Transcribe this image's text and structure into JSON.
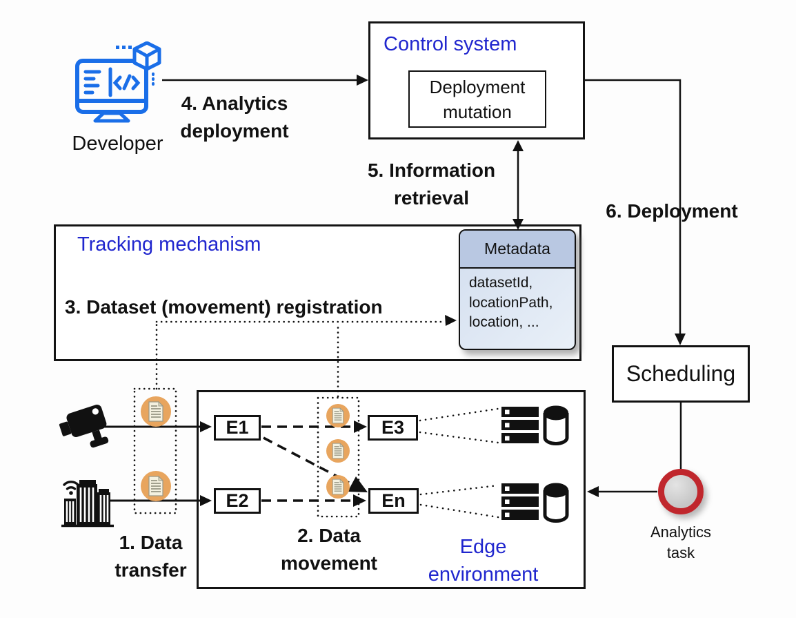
{
  "developer": {
    "label": "Developer"
  },
  "control_system": {
    "title": "Control system",
    "module": "Deployment mutation"
  },
  "tracking": {
    "title": "Tracking mechanism"
  },
  "metadata": {
    "title": "Metadata",
    "fields": [
      "datasetId,",
      "locationPath,",
      "location, ..."
    ]
  },
  "edge": {
    "title": [
      "Edge",
      "environment"
    ],
    "nodes": {
      "e1": "E1",
      "e2": "E2",
      "e3": "E3",
      "en": "En"
    }
  },
  "scheduling": {
    "label": "Scheduling"
  },
  "analytics_task": {
    "label": [
      "Analytics",
      "task"
    ]
  },
  "steps": {
    "s1": [
      "1. Data",
      "transfer"
    ],
    "s2": [
      "2. Data",
      "movement"
    ],
    "s3": "3. Dataset (movement) registration",
    "s4": [
      "4. Analytics",
      "deployment"
    ],
    "s5": [
      "5. Information",
      "retrieval"
    ],
    "s6": "6. Deployment"
  },
  "icons": {
    "developer": "developer-workstation-icon",
    "camera": "cctv-camera-icon",
    "building": "smart-building-icon",
    "document": "dataset-document-icon",
    "server": "edge-server-icon",
    "database": "database-cylinder-icon",
    "analytics": "analytics-task-icon"
  },
  "colors": {
    "accent_blue": "#2026ce",
    "icon_blue": "#1a6ee8",
    "metadata_header": "#b9c8e2",
    "metadata_body": "#dce6f4",
    "doc_circle_orange": "#e8a55e",
    "task_ring_red": "#c0272d",
    "line_black": "#111111"
  }
}
